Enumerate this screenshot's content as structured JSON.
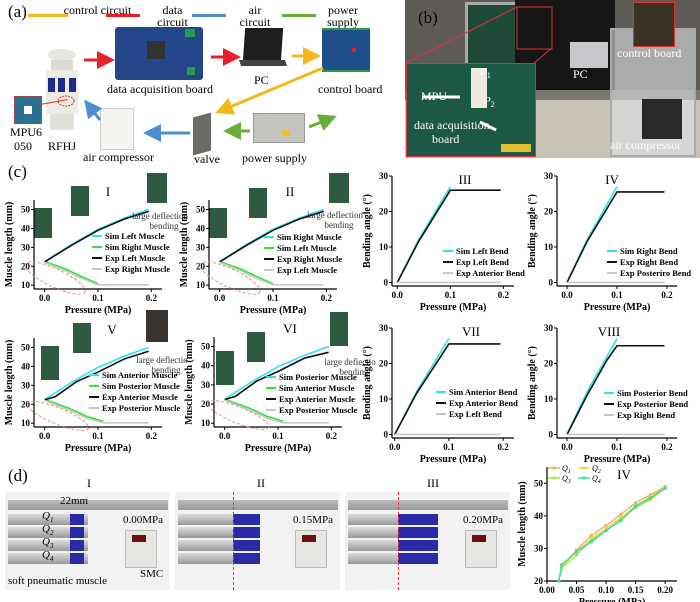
{
  "panel_a": {
    "label": "(a)",
    "legend": [
      {
        "label": "control circuit",
        "color": "#f5b81c"
      },
      {
        "label": "data circuit",
        "color": "#e8202a"
      },
      {
        "label": "air circuit",
        "color": "#4a90d0"
      },
      {
        "label": "power supply",
        "color": "#6aae3a"
      }
    ],
    "components": {
      "daq": "data acquisition board",
      "pc": "PC",
      "control_board": "control board",
      "mpu": "MPU6 050",
      "mpu_line1": "MPU6",
      "mpu_line2": "050",
      "rfhj": "RFHJ",
      "air_compressor": "air compressor",
      "valve": "valve",
      "power_supply": "power supply"
    }
  },
  "panel_b": {
    "label": "(b)",
    "annotations": {
      "p1": "P",
      "p1_sub": "1",
      "p2": "P",
      "p2_sub": "2",
      "mpu": "MPU",
      "daq_line1": "data acquisition",
      "daq_line2": "board",
      "pc": "PC",
      "control_board": "control board",
      "air_compressor": "air compressor"
    }
  },
  "panel_c": {
    "label": "(c)",
    "annotation": "large deflection bending",
    "annotation_short": "large deflectio bending"
  },
  "panel_d": {
    "label": "(d)",
    "photos": [
      {
        "roman": "I",
        "pressure": "0.00MPa"
      },
      {
        "roman": "II",
        "pressure": "0.15MPa"
      },
      {
        "roman": "III",
        "pressure": "0.20MPa"
      }
    ],
    "dimension": "22mm",
    "muscle_labels": [
      "Q1",
      "Q2",
      "Q3",
      "Q4"
    ],
    "soft_muscle": "soft pneumatic muscle",
    "smc": "SMC"
  },
  "chart_data": [
    {
      "id": "c-I",
      "type": "line",
      "title": "I",
      "xlabel": "Pressure (MPa)",
      "ylabel": "Muscle length (mm)",
      "xlim": [
        -0.02,
        0.22
      ],
      "ylim": [
        8,
        55
      ],
      "xticks": [
        "0.0",
        "0.1",
        "0.2"
      ],
      "xtick_values": [
        0,
        0.1,
        0.2
      ],
      "yticks": [
        "10",
        "20",
        "30",
        "40",
        "50"
      ],
      "ytick_values": [
        10,
        20,
        30,
        40,
        50
      ],
      "annotation": "large deflection bending",
      "series": [
        {
          "name": "Sim Left Muscle",
          "color": "#2fe3ee",
          "x": [
            0,
            0.05,
            0.1,
            0.15,
            0.195
          ],
          "y": [
            22.5,
            31.5,
            39.5,
            45.5,
            50
          ]
        },
        {
          "name": "Sim Right Muscle",
          "color": "#2ee82e",
          "x": [
            0,
            0.04,
            0.07,
            0.1
          ],
          "y": [
            22.5,
            18.5,
            14.5,
            10.8
          ]
        },
        {
          "name": "Exp Left Muscle",
          "color": "#111111",
          "x": [
            0,
            0.05,
            0.1,
            0.15,
            0.195
          ],
          "y": [
            22.3,
            31,
            39,
            45,
            49
          ]
        },
        {
          "name": "Exp Right Muscle",
          "color": "#c8c8c8",
          "x": [
            0,
            0.04,
            0.07,
            0.1,
            0.195
          ],
          "y": [
            22,
            17.5,
            13.5,
            10.2,
            10.2
          ]
        }
      ]
    },
    {
      "id": "c-II",
      "type": "line",
      "title": "II",
      "xlabel": "Pressure (MPa)",
      "ylabel": "Muscle length (mm)",
      "xlim": [
        -0.02,
        0.22
      ],
      "ylim": [
        8,
        55
      ],
      "xticks": [
        "0.0",
        "0.1",
        "0.2"
      ],
      "xtick_values": [
        0,
        0.1,
        0.2
      ],
      "yticks": [
        "10",
        "20",
        "30",
        "40",
        "50"
      ],
      "ytick_values": [
        10,
        20,
        30,
        40,
        50
      ],
      "annotation": "large deflection bending",
      "series": [
        {
          "name": "Sim Right Muscle",
          "color": "#2fe3ee",
          "x": [
            0,
            0.05,
            0.1,
            0.15,
            0.195
          ],
          "y": [
            22.5,
            31.5,
            39.5,
            45.5,
            50
          ]
        },
        {
          "name": "Sim Left Muscle",
          "color": "#2ee82e",
          "x": [
            0,
            0.04,
            0.07,
            0.1
          ],
          "y": [
            22.5,
            18.5,
            14.5,
            10.8
          ]
        },
        {
          "name": "Exp Right Muscle",
          "color": "#111111",
          "x": [
            0,
            0.05,
            0.1,
            0.15,
            0.195
          ],
          "y": [
            22.3,
            31,
            39,
            45,
            49
          ]
        },
        {
          "name": "Exp Left Muscle",
          "color": "#c8c8c8",
          "x": [
            0,
            0.04,
            0.07,
            0.1,
            0.195
          ],
          "y": [
            22,
            17.5,
            13.5,
            10.2,
            10.2
          ]
        }
      ]
    },
    {
      "id": "c-III",
      "type": "line",
      "title": "III",
      "xlabel": "Pressure (MPa)",
      "ylabel": "Bending angle (°)",
      "xlim": [
        -0.01,
        0.22
      ],
      "ylim": [
        -1,
        30
      ],
      "xticks": [
        "0.0",
        "0.1",
        "0.2"
      ],
      "xtick_values": [
        0,
        0.1,
        0.2
      ],
      "yticks": [
        "0",
        "10",
        "20",
        "30"
      ],
      "ytick_values": [
        0,
        10,
        20,
        30
      ],
      "series": [
        {
          "name": "Sim Left Bend",
          "color": "#2fe3ee",
          "x": [
            0,
            0.04,
            0.1
          ],
          "y": [
            0,
            12,
            27
          ]
        },
        {
          "name": "Exp Left Bend",
          "color": "#111111",
          "x": [
            0,
            0.04,
            0.1,
            0.195
          ],
          "y": [
            0,
            11.5,
            26,
            26
          ]
        },
        {
          "name": "Exp Anterior Bend",
          "color": "#c8c8c8",
          "x": [
            0,
            0.195
          ],
          "y": [
            0,
            0
          ]
        }
      ]
    },
    {
      "id": "c-IV",
      "type": "line",
      "title": "IV",
      "xlabel": "Pressure (MPa)",
      "ylabel": "Bending angle (°)",
      "xlim": [
        -0.02,
        0.22
      ],
      "ylim": [
        -1,
        30
      ],
      "xticks": [
        "0.0",
        "0.1",
        "0.2"
      ],
      "xtick_values": [
        0,
        0.1,
        0.2
      ],
      "yticks": [
        "0",
        "10",
        "20",
        "30"
      ],
      "ytick_values": [
        0,
        10,
        20,
        30
      ],
      "series": [
        {
          "name": "Sim Right  Bend",
          "color": "#2fe3ee",
          "x": [
            0,
            0.04,
            0.1
          ],
          "y": [
            0,
            12,
            27
          ]
        },
        {
          "name": "Exp Right  Bend",
          "color": "#111111",
          "x": [
            0,
            0.04,
            0.1,
            0.195
          ],
          "y": [
            0,
            11.5,
            25.5,
            25.5
          ]
        },
        {
          "name": "Exp Posteriro  Bend",
          "color": "#c8c8c8",
          "x": [
            0,
            0.195
          ],
          "y": [
            0,
            0
          ]
        }
      ]
    },
    {
      "id": "c-V",
      "type": "line",
      "title": "V",
      "xlabel": "Pressure (MPa)",
      "ylabel": "Muscle length (mm)",
      "xlim": [
        -0.02,
        0.22
      ],
      "ylim": [
        8,
        55
      ],
      "xticks": [
        "0.0",
        "0.1",
        "0.2"
      ],
      "xtick_values": [
        0,
        0.1,
        0.2
      ],
      "yticks": [
        "10",
        "20",
        "30",
        "40",
        "50"
      ],
      "ytick_values": [
        10,
        20,
        30,
        40,
        50
      ],
      "annotation": "large deflectio bending",
      "series": [
        {
          "name": "Sim Anterior Muscle",
          "color": "#2fe3ee",
          "x": [
            0,
            0.05,
            0.1,
            0.15,
            0.195
          ],
          "y": [
            22.5,
            31.5,
            39.5,
            45.5,
            50
          ]
        },
        {
          "name": "Sim Posterior Muscle",
          "color": "#2ee82e",
          "x": [
            0,
            0.045,
            0.08,
            0.11
          ],
          "y": [
            22.5,
            18,
            13.5,
            11
          ]
        },
        {
          "name": "Exp Anterior Muscle",
          "color": "#111111",
          "x": [
            0,
            0.02,
            0.06,
            0.1,
            0.15,
            0.195
          ],
          "y": [
            22.3,
            24,
            32,
            37,
            44,
            48
          ]
        },
        {
          "name": "Exp Posterior Muscle",
          "color": "#c8c8c8",
          "x": [
            0,
            0.045,
            0.08,
            0.11,
            0.195
          ],
          "y": [
            22,
            17,
            12.5,
            10.2,
            10.2
          ]
        }
      ]
    },
    {
      "id": "c-VI",
      "type": "line",
      "title": "VI",
      "xlabel": "Pressure (MPa)",
      "ylabel": "Muscle length (mm)",
      "xlim": [
        -0.02,
        0.22
      ],
      "ylim": [
        8,
        55
      ],
      "xticks": [
        "0.0",
        "0.1",
        "0.2"
      ],
      "xtick_values": [
        0,
        0.1,
        0.2
      ],
      "yticks": [
        "10",
        "20",
        "30",
        "40",
        "50"
      ],
      "ytick_values": [
        10,
        20,
        30,
        40,
        50
      ],
      "annotation": "large deflectio bending",
      "series": [
        {
          "name": "Sim Posterior Muscle",
          "color": "#2fe3ee",
          "x": [
            0,
            0.05,
            0.1,
            0.15,
            0.195
          ],
          "y": [
            22.5,
            31.5,
            39.5,
            45.5,
            50
          ]
        },
        {
          "name": "Sim Anterior Muscle",
          "color": "#2ee82e",
          "x": [
            0,
            0.045,
            0.08,
            0.11
          ],
          "y": [
            22.5,
            18,
            13.5,
            11
          ]
        },
        {
          "name": "Exp Anterior Muscle",
          "color": "#111111",
          "x": [
            0,
            0.02,
            0.06,
            0.1,
            0.15,
            0.195
          ],
          "y": [
            22.3,
            24,
            32,
            37,
            44,
            47
          ]
        },
        {
          "name": "Exp Posterior Muscle",
          "color": "#c8c8c8",
          "x": [
            0,
            0.045,
            0.08,
            0.11,
            0.195
          ],
          "y": [
            22,
            17,
            12.5,
            10.2,
            10.2
          ]
        }
      ]
    },
    {
      "id": "c-VII",
      "type": "line",
      "title": "VII",
      "xlabel": "Pressure (MPa)",
      "ylabel": "Bending angle (°)",
      "xlim": [
        -0.005,
        0.22
      ],
      "ylim": [
        -1,
        30
      ],
      "xticks": [
        "0.0",
        "0.1",
        "0.2"
      ],
      "xtick_values": [
        0,
        0.1,
        0.2
      ],
      "yticks": [
        "0",
        "10",
        "20",
        "30"
      ],
      "ytick_values": [
        0,
        10,
        20,
        30
      ],
      "series": [
        {
          "name": "Sim Anterior Bend",
          "color": "#2fe3ee",
          "x": [
            0,
            0.04,
            0.1
          ],
          "y": [
            0,
            12,
            27
          ]
        },
        {
          "name": "Exp Anterior Bend",
          "color": "#111111",
          "x": [
            0,
            0.04,
            0.1,
            0.195
          ],
          "y": [
            0,
            11.5,
            25.5,
            25.5
          ]
        },
        {
          "name": "Exp Left Bend",
          "color": "#c8c8c8",
          "x": [
            0,
            0.195
          ],
          "y": [
            0,
            0
          ]
        }
      ]
    },
    {
      "id": "c-VIII",
      "type": "line",
      "title": "VIII",
      "xlabel": "Pressure (MPa)",
      "ylabel": "Bending angle (°)",
      "xlim": [
        -0.02,
        0.22
      ],
      "ylim": [
        -1,
        30
      ],
      "xticks": [
        "0.0",
        "0.1",
        "0.2"
      ],
      "xtick_values": [
        0,
        0.1,
        0.2
      ],
      "yticks": [
        "0",
        "10",
        "20",
        "30"
      ],
      "ytick_values": [
        0,
        10,
        20,
        30
      ],
      "series": [
        {
          "name": "Sim Posterior  Bend",
          "color": "#2fe3ee",
          "x": [
            0,
            0.04,
            0.1
          ],
          "y": [
            0,
            12,
            27
          ]
        },
        {
          "name": "Exp Posterior  Bend",
          "color": "#111111",
          "x": [
            0,
            0.04,
            0.08,
            0.1,
            0.195
          ],
          "y": [
            0,
            11,
            21,
            25,
            25
          ]
        },
        {
          "name": "Exp Right  Bend",
          "color": "#c8c8c8",
          "x": [
            0,
            0.195
          ],
          "y": [
            0,
            0
          ]
        }
      ]
    },
    {
      "id": "d-IV",
      "type": "line",
      "title": "IV",
      "xlabel": "Pressure (MPa)",
      "ylabel": "Muscle length (mm)",
      "xlim": [
        0.0,
        0.22
      ],
      "ylim": [
        20,
        55
      ],
      "xticks": [
        "0.00",
        "0.05",
        "0.10",
        "0.15",
        "0.20"
      ],
      "xtick_values": [
        0,
        0.05,
        0.1,
        0.15,
        0.2
      ],
      "yticks": [
        "20",
        "30",
        "40",
        "50"
      ],
      "ytick_values": [
        20,
        30,
        40,
        50
      ],
      "markers": true,
      "series": [
        {
          "name": "Q1",
          "color": "#e8b060",
          "x": [
            0.02,
            0.025,
            0.05,
            0.075,
            0.1,
            0.125,
            0.15,
            0.175,
            0.2
          ],
          "y": [
            20,
            24.5,
            29.5,
            34,
            37,
            40.5,
            44,
            46.5,
            49
          ]
        },
        {
          "name": "Q2",
          "color": "#f0d040",
          "x": [
            0.02,
            0.025,
            0.05,
            0.075,
            0.1,
            0.125,
            0.15,
            0.175,
            0.2
          ],
          "y": [
            20,
            24.5,
            29,
            33,
            36,
            39.5,
            43,
            46,
            48.5
          ]
        },
        {
          "name": "Q3",
          "color": "#a8e050",
          "x": [
            0.02,
            0.025,
            0.05,
            0.075,
            0.1,
            0.125,
            0.15,
            0.175,
            0.2
          ],
          "y": [
            20,
            24,
            28,
            32.5,
            35.5,
            39,
            42.5,
            45,
            48.5
          ]
        },
        {
          "name": "Q4",
          "color": "#30e0a0",
          "x": [
            0.02,
            0.025,
            0.05,
            0.075,
            0.1,
            0.125,
            0.15,
            0.175,
            0.2
          ],
          "y": [
            20,
            25,
            29,
            32,
            35.5,
            38.5,
            43,
            45.5,
            48.5
          ]
        }
      ]
    }
  ]
}
